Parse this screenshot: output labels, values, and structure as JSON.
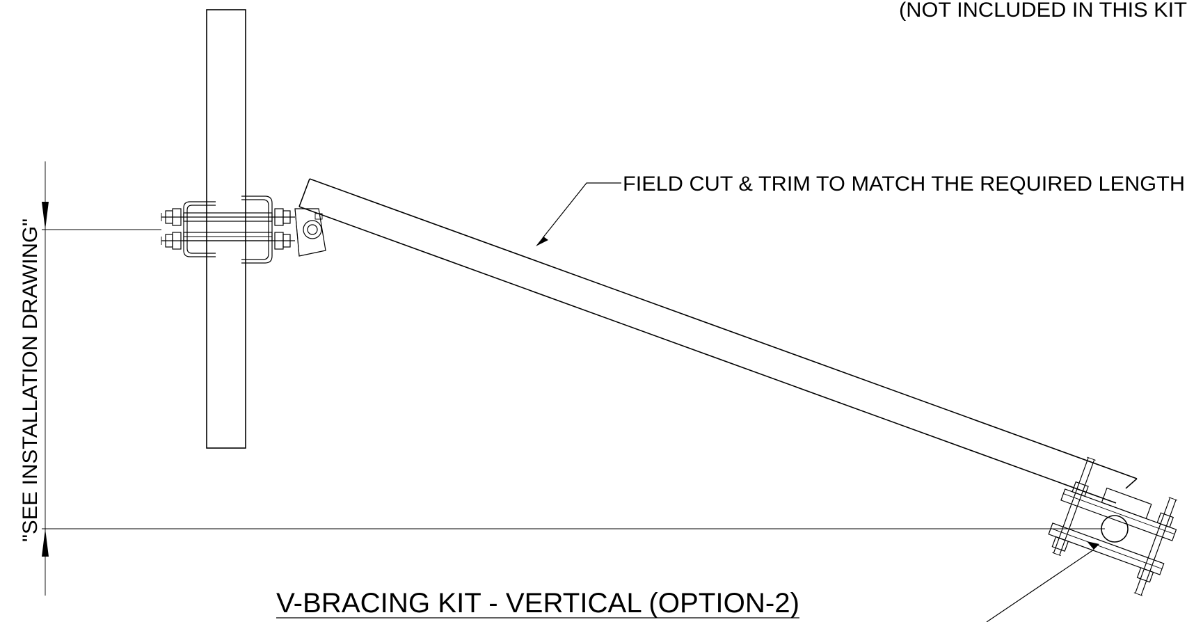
{
  "drawing": {
    "title": "V-BRACING KIT - VERTICAL (OPTION-2)",
    "note_field_cut": "FIELD CUT & TRIM TO MATCH THE REQUIRED LENGTH",
    "note_not_included": "(NOT INCLUDED IN THIS KIT",
    "dimension_label": "\"SEE INSTALLATION DRAWING\""
  },
  "colors": {
    "line": "#000000",
    "background": "#ffffff"
  }
}
